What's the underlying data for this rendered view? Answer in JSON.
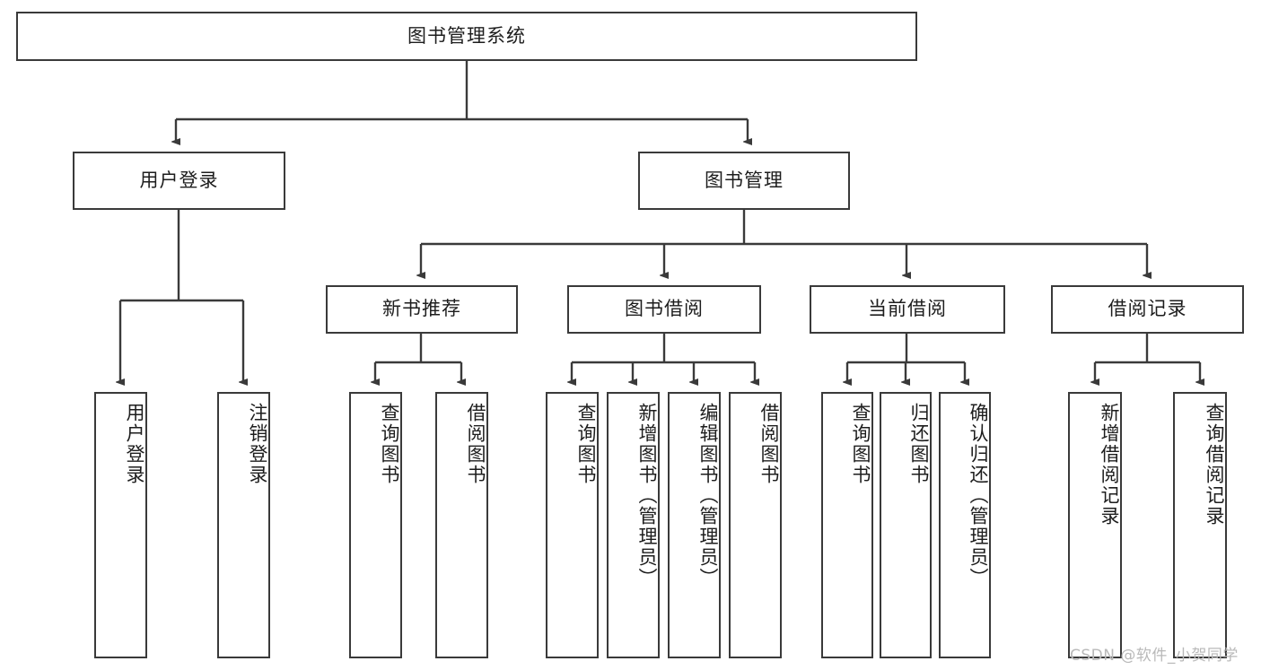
{
  "diagram": {
    "type": "tree-hierarchy",
    "title": "图书管理系统",
    "root": {
      "label": "图书管理系统"
    },
    "level2": [
      {
        "id": "user-login",
        "label": "用户登录"
      },
      {
        "id": "book-manage",
        "label": "图书管理"
      }
    ],
    "level3": [
      {
        "id": "new-book-rec",
        "label": "新书推荐",
        "parent": "book-manage"
      },
      {
        "id": "book-borrow",
        "label": "图书借阅",
        "parent": "book-manage"
      },
      {
        "id": "current-borrow",
        "label": "当前借阅",
        "parent": "book-manage"
      },
      {
        "id": "borrow-record",
        "label": "借阅记录",
        "parent": "book-manage"
      }
    ],
    "leaves": [
      {
        "id": "leaf-user-login",
        "label": "用户登录",
        "parent": "user-login"
      },
      {
        "id": "leaf-logout",
        "label": "注销登录",
        "parent": "user-login"
      },
      {
        "id": "leaf-query-book-1",
        "label": "查询图书",
        "parent": "new-book-rec"
      },
      {
        "id": "leaf-borrow-book-1",
        "label": "借阅图书",
        "parent": "new-book-rec"
      },
      {
        "id": "leaf-query-book-2",
        "label": "查询图书",
        "parent": "book-borrow"
      },
      {
        "id": "leaf-add-book",
        "label": "新增图书（管理员）",
        "parent": "book-borrow"
      },
      {
        "id": "leaf-edit-book",
        "label": "编辑图书（管理员）",
        "parent": "book-borrow"
      },
      {
        "id": "leaf-borrow-book-2",
        "label": "借阅图书",
        "parent": "book-borrow"
      },
      {
        "id": "leaf-query-book-3",
        "label": "查询图书",
        "parent": "current-borrow"
      },
      {
        "id": "leaf-return-book",
        "label": "归还图书",
        "parent": "current-borrow"
      },
      {
        "id": "leaf-confirm-return",
        "label": "确认归还（管理员）",
        "parent": "current-borrow"
      },
      {
        "id": "leaf-add-record",
        "label": "新增借阅记录",
        "parent": "borrow-record"
      },
      {
        "id": "leaf-query-record",
        "label": "查询借阅记录",
        "parent": "borrow-record"
      }
    ],
    "watermark": "CSDN @软件_小贺同学",
    "colors": {
      "box_border": "#3a3a3a",
      "box_fill": "#ffffff",
      "connector": "#3a3a3a",
      "text": "#1d1d1d",
      "watermark": "#b9b9b9",
      "background": "#ffffff"
    }
  }
}
